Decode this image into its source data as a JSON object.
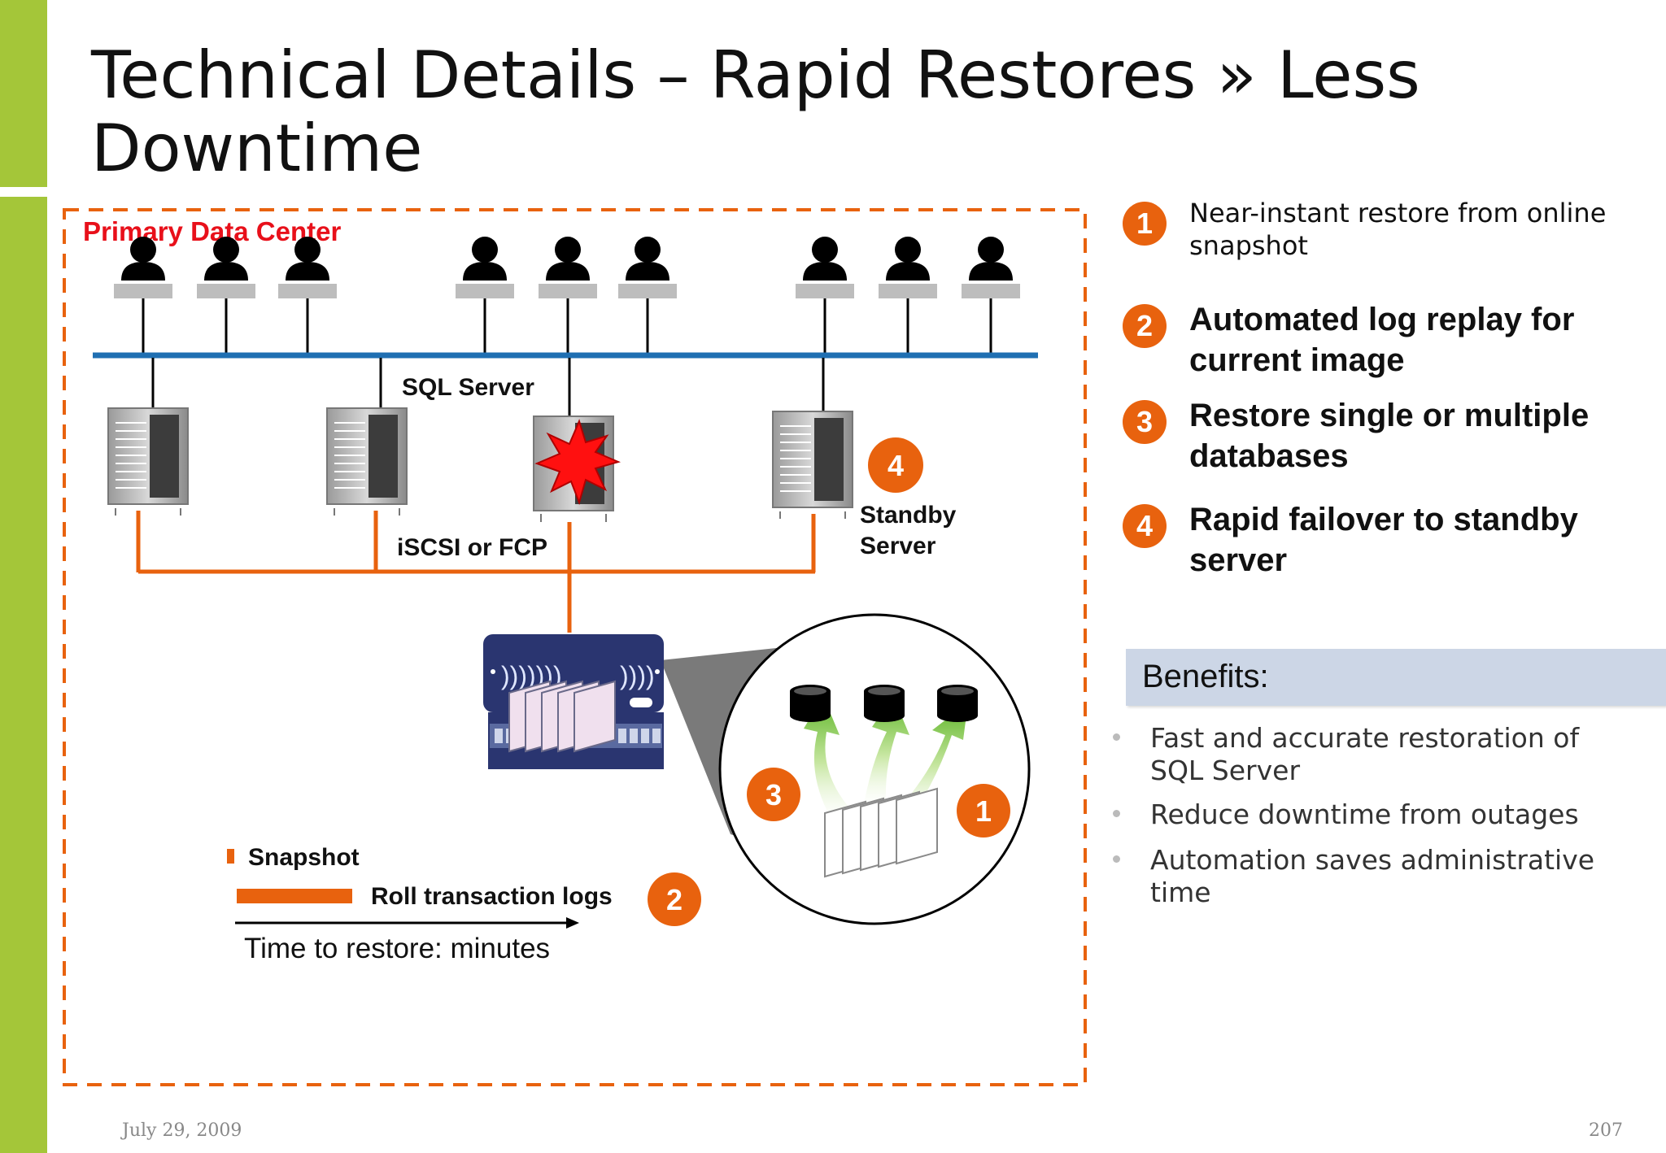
{
  "slide": {
    "title": "Technical Details – Rapid Restores » Less Downtime",
    "date": "July 29, 2009",
    "page_number": "207"
  },
  "diagram": {
    "region_label": "Primary Data Center",
    "sql_server_label": "SQL Server",
    "storage_network_label": "iSCSI or FCP",
    "standby_label_line1": "Standby",
    "standby_label_line2": "Server",
    "legend_snapshot": "Snapshot",
    "legend_logs": "Roll transaction logs",
    "time_label": "Time to restore:  minutes",
    "badges": [
      "1",
      "2",
      "3",
      "4"
    ]
  },
  "steps": [
    {
      "num": "1",
      "text": "Near-instant restore from online snapshot"
    },
    {
      "num": "2",
      "text": "Automated log replay for current image"
    },
    {
      "num": "3",
      "text": "Restore single or multiple databases"
    },
    {
      "num": "4",
      "text": "Rapid failover to standby server"
    }
  ],
  "benefits": {
    "heading": "Benefits:",
    "items": [
      "Fast and accurate restoration of SQL Server",
      "Reduce downtime from outages",
      "Automation saves administrative time"
    ]
  },
  "colors": {
    "accent_green": "#a4c639",
    "accent_orange": "#e8620e",
    "network_blue": "#1f6fb2",
    "region_red": "#e8101a"
  }
}
